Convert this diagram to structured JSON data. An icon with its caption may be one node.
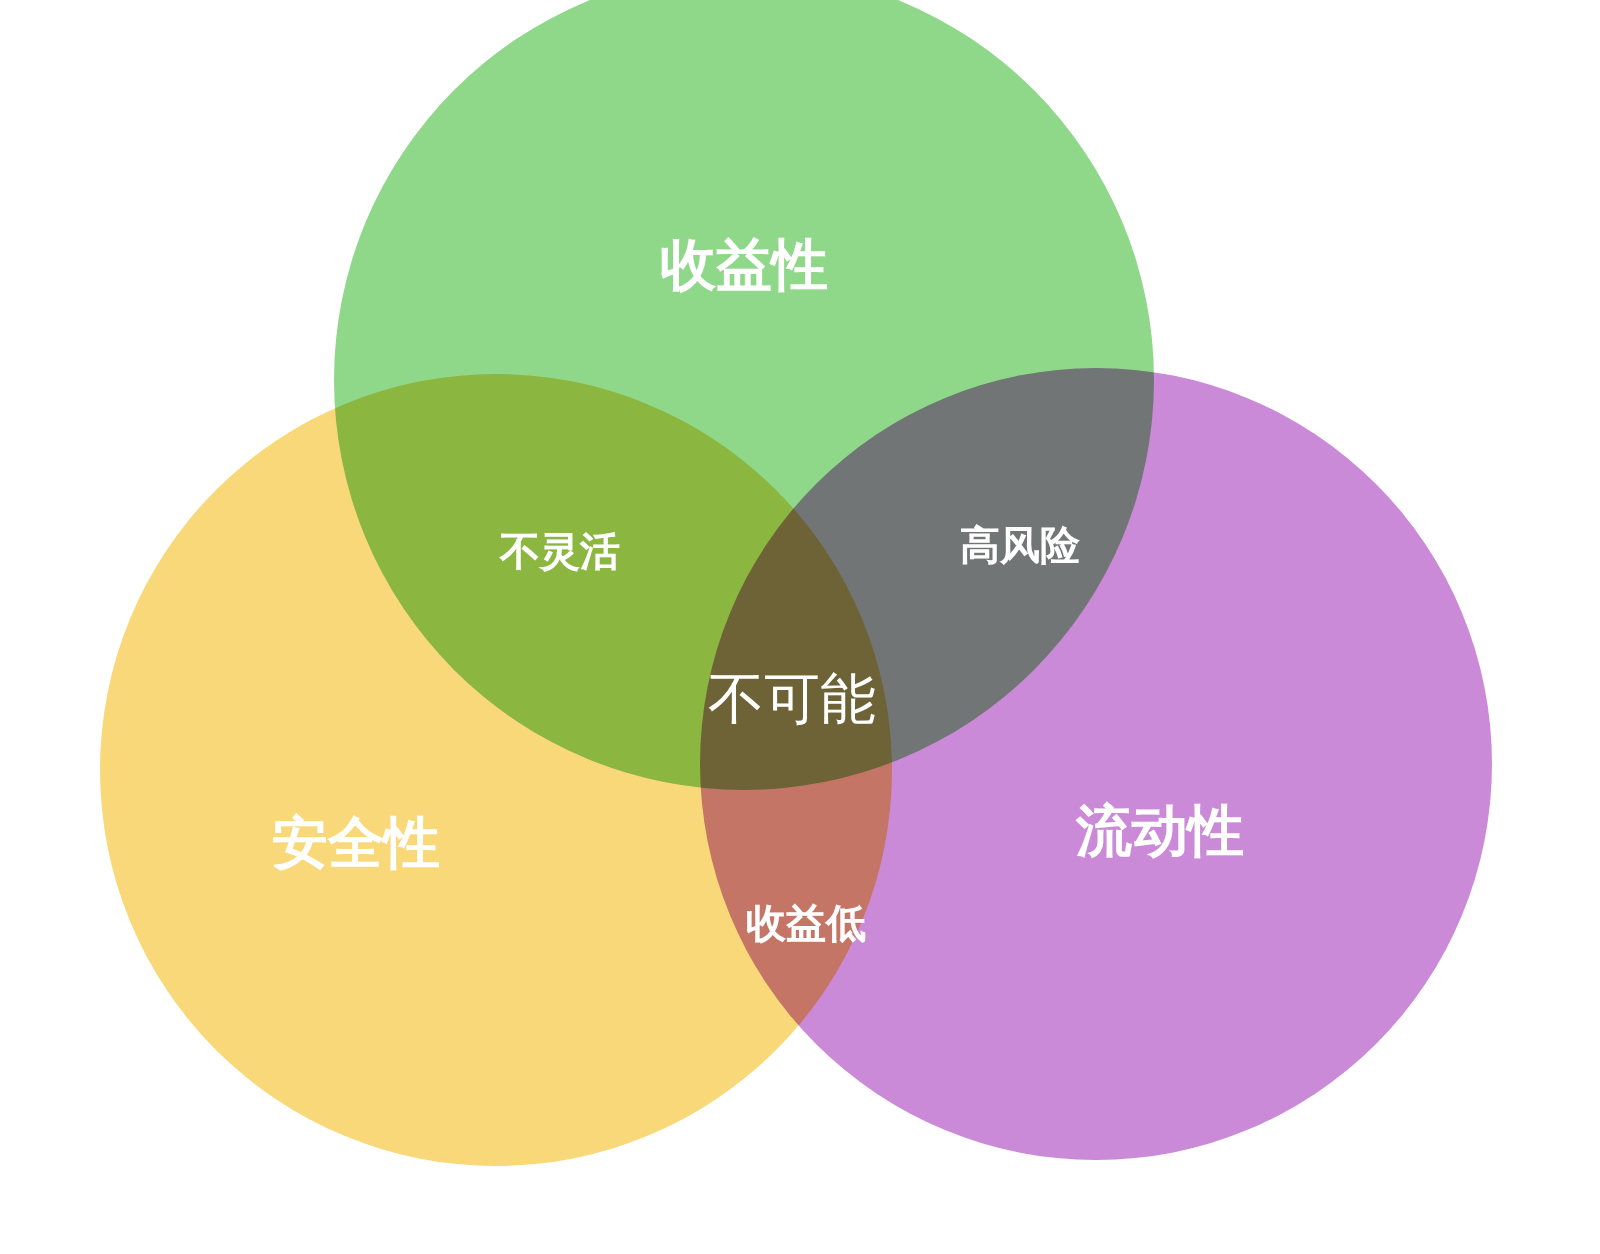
{
  "diagram": {
    "nodes": [
      {
        "text": [
          "收益性"
        ]
      },
      {
        "text": [
          "安全性"
        ]
      },
      {
        "text": [
          "流动性"
        ]
      }
    ],
    "labels": [
      "不灵活",
      "高风险",
      "不可能",
      "收益低"
    ]
  }
}
